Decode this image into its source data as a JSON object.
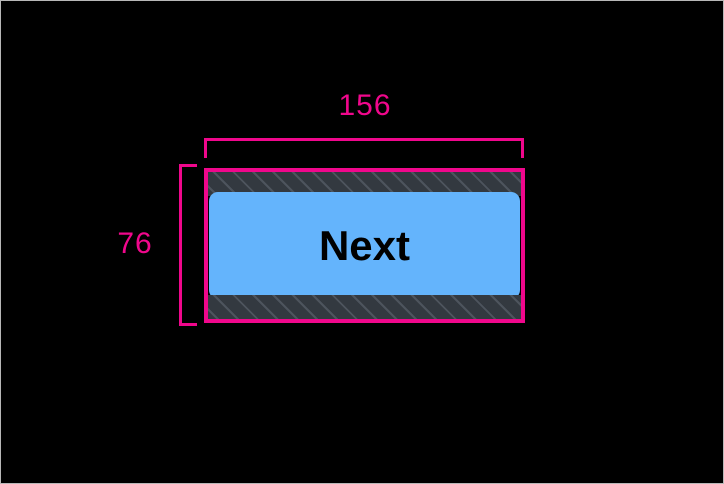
{
  "overlay": {
    "kind": "element-measurement-overlay",
    "background_color": "#000000",
    "accent_color": "#f0078c"
  },
  "measurements": {
    "width": {
      "label": "156",
      "axis": "horizontal",
      "bracket_position": "top"
    },
    "height": {
      "label": "76",
      "axis": "vertical",
      "bracket_position": "left"
    }
  },
  "element": {
    "type": "button",
    "label": "Next",
    "fill_color": "#64b4fc",
    "text_color": "#000000",
    "border_color": "#f0078c",
    "corner_radius": "9",
    "spacing_regions": [
      {
        "name": "top-inset",
        "pattern": "diagonal-hatch",
        "color": "#333940"
      },
      {
        "name": "bottom-inset",
        "pattern": "diagonal-hatch",
        "color": "#333940"
      }
    ]
  }
}
